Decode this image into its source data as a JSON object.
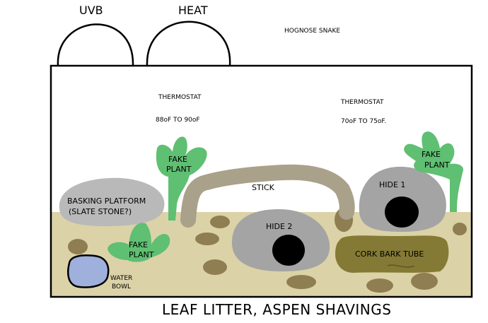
{
  "lamps": {
    "uvb": "UVB",
    "heat": "HEAT"
  },
  "animal": "HOGNOSE SNAKE",
  "thermostats": {
    "warm": {
      "label": "THERMOSTAT",
      "range": "88oF TO 90oF"
    },
    "cool": {
      "label": "THERMOSTAT",
      "range": "70oF TO 75oF."
    }
  },
  "items": {
    "basking_line1": "BASKING PLATFORM",
    "basking_line2": "(SLATE STONE?)",
    "stick": "STICK",
    "hide1": "HIDE 1",
    "hide2": "HIDE 2",
    "cork": "CORK BARK TUBE",
    "plant_top_line1": "FAKE",
    "plant_top_line2": "PLANT",
    "plant_bottom_line1": "FAKE",
    "plant_bottom_line2": "PLANT",
    "plant_right_line1": "FAKE",
    "plant_right_line2": "PLANT",
    "water_line1": "WATER",
    "water_line2": "BOWL"
  },
  "substrate": "LEAF LITTER, ASPEN SHAVINGS",
  "colors": {
    "substrate": "#dcd2a8",
    "stone": "#b9b9b9",
    "hide": "#a4a4a4",
    "stick": "#a9a18a",
    "plant": "#5fbf72",
    "cork": "#857a35",
    "pebble": "#8e7e52",
    "water": "#9fb0dc"
  }
}
